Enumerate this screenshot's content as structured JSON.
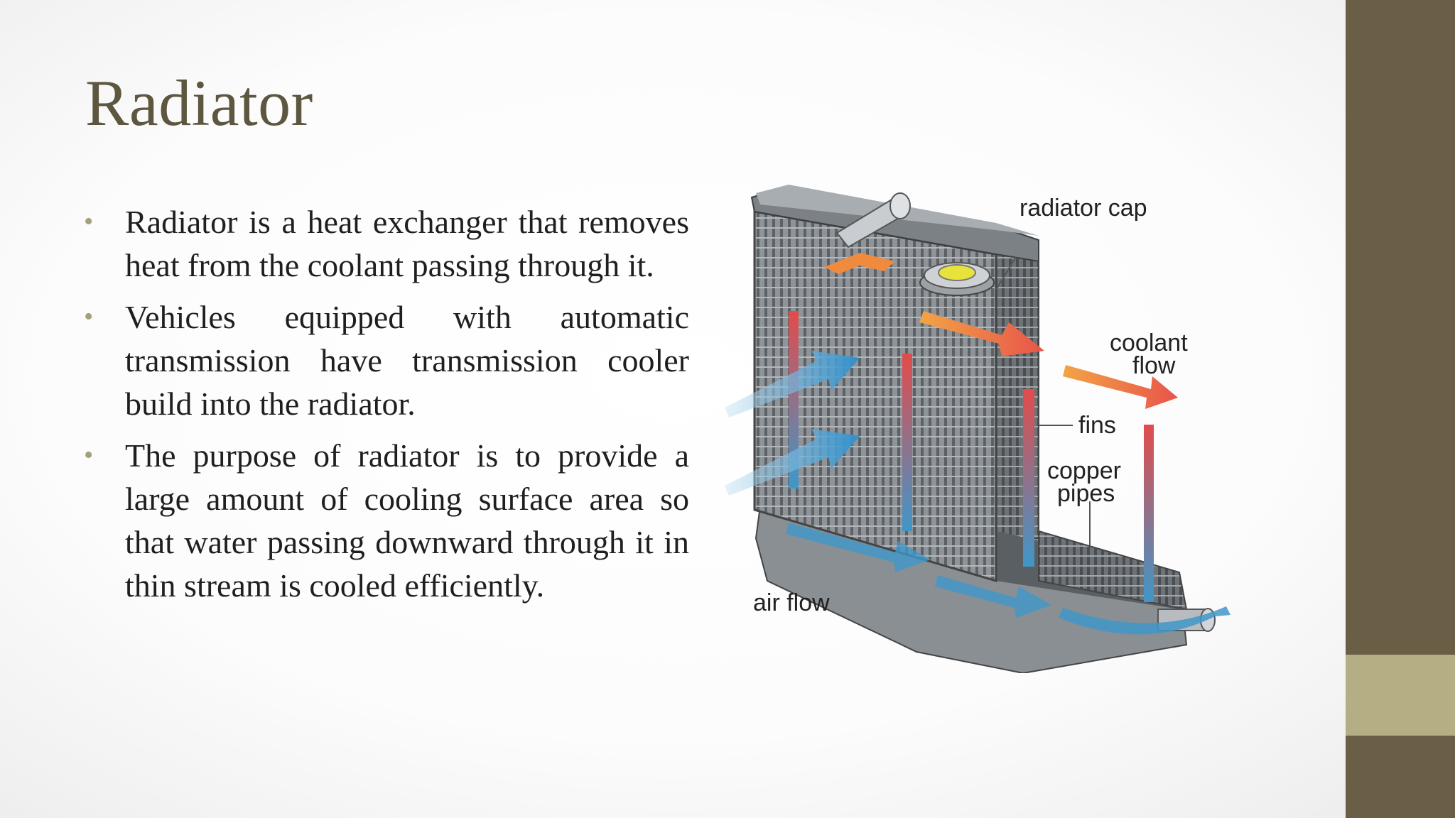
{
  "slide": {
    "title": "Radiator",
    "bullets": [
      "Radiator is a heat exchanger that removes heat from the coolant passing through it.",
      "Vehicles equipped with automatic transmission have transmission cooler build into the radiator.",
      "The purpose of radiator is to provide a large amount of cooling surface area so that water passing downward through it in thin stream is cooled efficiently."
    ],
    "bullet_glyph": "•"
  },
  "diagram": {
    "labels": {
      "radiator_cap": "radiator cap",
      "coolant_flow_1": "coolant",
      "coolant_flow_2": "flow",
      "fins": "fins",
      "copper_pipes_1": "copper",
      "copper_pipes_2": "pipes",
      "air_flow": "air flow"
    }
  },
  "colors": {
    "side_band": "#6b5e47",
    "side_band_accent": "#b5ad83",
    "title": "#5d573f",
    "bullet": "#a5a07c",
    "hot_coolant": "#e34b4b",
    "cool_coolant": "#3f97c9",
    "air_arrow": "#4aa3d6"
  }
}
